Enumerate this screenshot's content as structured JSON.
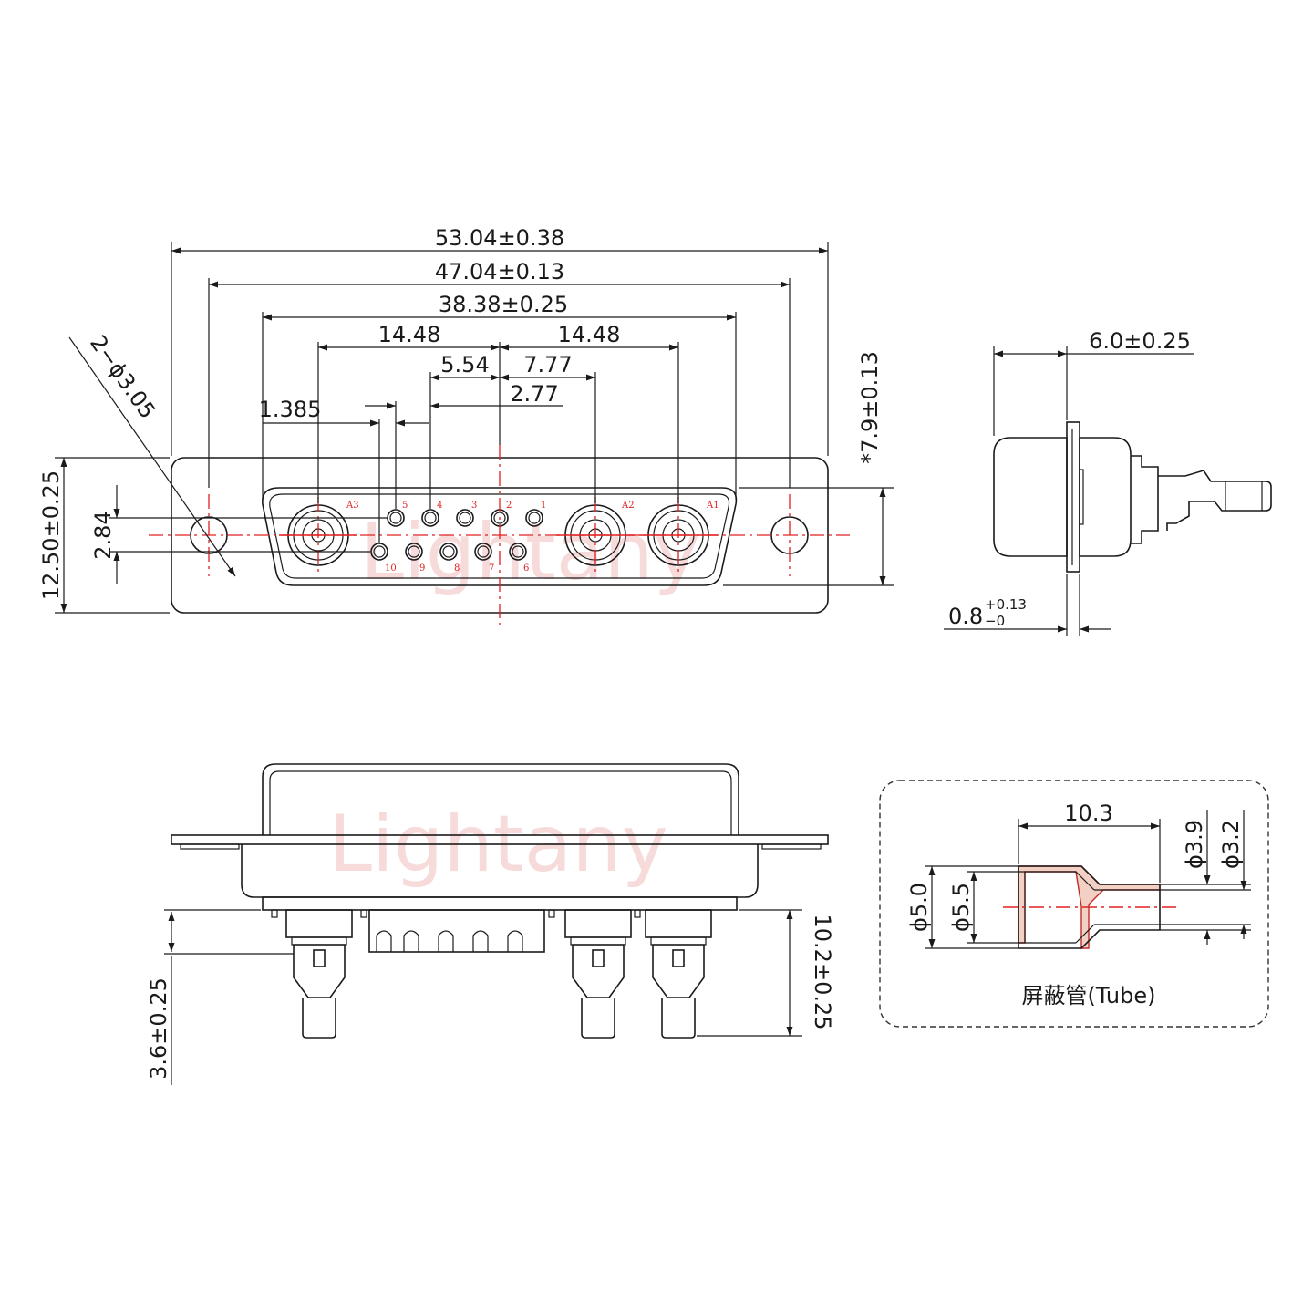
{
  "watermark": "Lightany",
  "front_view": {
    "overall_width": "53.04±0.38",
    "mount_hole_spacing": "47.04±0.13",
    "shell_width": "38.38±0.25",
    "left_coax_offset": "14.48",
    "right_coax_offset": "14.48",
    "pin_offset_left": "5.54",
    "pin_offset_right": "7.77",
    "half_pitch": "2.77",
    "pin_half_pitch": "1.385",
    "mount_hole": "2−ϕ3.05",
    "flange_height": "12.50±0.25",
    "row_spacing": "2.84",
    "shell_height": "*7.9±0.13",
    "coax_labels": [
      "A3",
      "A2",
      "A1"
    ],
    "top_row_pins": [
      "5",
      "4",
      "3",
      "2",
      "1"
    ],
    "bottom_row_pins": [
      "10",
      "9",
      "8",
      "7",
      "6"
    ]
  },
  "side_view": {
    "depth": "6.0±0.25",
    "flange_thickness": "0.8",
    "flange_tol_upper": "+0.13",
    "flange_tol_lower": "−0"
  },
  "bottom_view": {
    "tail_length": "3.6±0.25",
    "total_length": "10.2±0.25"
  },
  "tube": {
    "title": "屏蔽管(Tube)",
    "length": "10.3",
    "outer_inner_dia": "ϕ3.9",
    "inner_dia": "ϕ3.2",
    "outer_dia": "ϕ5.0",
    "outer_dia_2": "ϕ5.5"
  }
}
